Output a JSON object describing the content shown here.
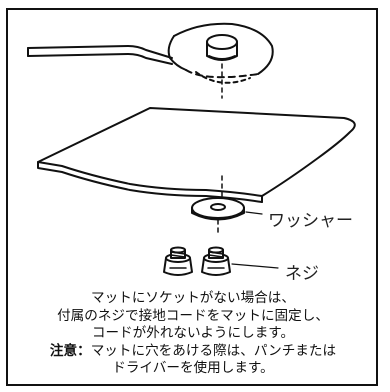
{
  "diagram": {
    "labels": {
      "washer": "ワッシャー",
      "screw": "ネジ"
    }
  },
  "caption": {
    "line1": "マットにソケットがない場合は、",
    "line2": "付属のネジで接地コードをマットに固定し、",
    "line3": "コードが外れないようにします。",
    "note_label": "注意：",
    "note_text_1": "マットに穴をあける際は、パンチまたは",
    "note_text_2": "ドライバーを使用します。"
  }
}
